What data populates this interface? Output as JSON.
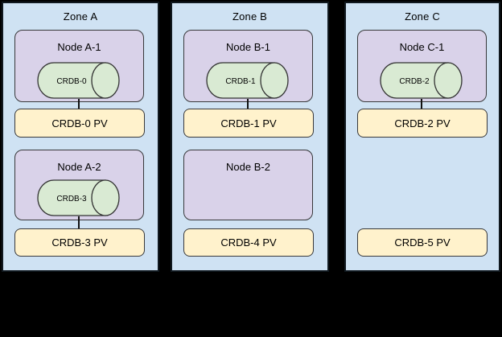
{
  "colors": {
    "background": "#000000",
    "zone_fill": "#cfe2f3",
    "node_fill": "#d9d2e9",
    "cylinder_fill": "#d9ead3",
    "pv_fill": "#fff2cc",
    "border": "#000000"
  },
  "zones": [
    {
      "title": "Zone A",
      "nodes": [
        {
          "label": "Node A-1",
          "cylinder": "CRDB-0"
        },
        {
          "label": "Node A-2",
          "cylinder": "CRDB-3"
        }
      ],
      "pvs": [
        "CRDB-0 PV",
        "CRDB-3 PV"
      ]
    },
    {
      "title": "Zone B",
      "nodes": [
        {
          "label": "Node B-1",
          "cylinder": "CRDB-1"
        },
        {
          "label": "Node B-2",
          "cylinder": null
        }
      ],
      "pvs": [
        "CRDB-1 PV",
        "CRDB-4 PV"
      ]
    },
    {
      "title": "Zone C",
      "nodes": [
        {
          "label": "Node C-1",
          "cylinder": "CRDB-2"
        }
      ],
      "pvs": [
        "CRDB-2 PV",
        "CRDB-5 PV"
      ]
    }
  ]
}
